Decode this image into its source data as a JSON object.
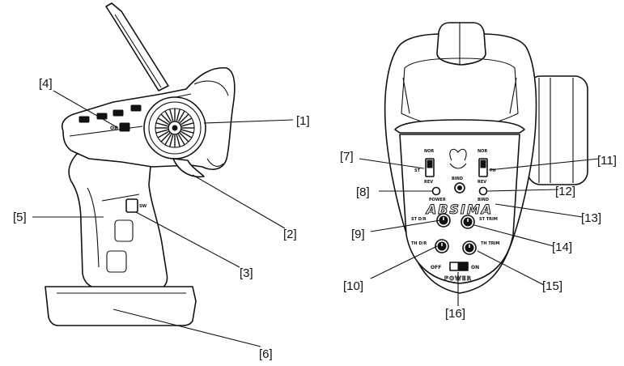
{
  "side_view": {
    "callouts": {
      "c1": "[1]",
      "c2": "[2]",
      "c3": "[3]",
      "c4": "[4]",
      "c5": "[5]",
      "c6": "[6]"
    },
    "labels": {
      "switch_text": "OR",
      "bind_text": "SW"
    }
  },
  "front_view": {
    "callouts": {
      "c7": "[7]",
      "c8": "[8]",
      "c9": "[9]",
      "c10": "[10]",
      "c11": "[11]",
      "c12": "[12]",
      "c13": "[13]",
      "c14": "[14]",
      "c15": "[15]",
      "c16": "[16]"
    },
    "panel_labels": {
      "left_switch_top": "NOR",
      "left_switch_side": "ST",
      "left_switch_bottom": "REV",
      "right_switch_top": "NOR",
      "right_switch_side": "TH",
      "right_switch_bottom": "REV",
      "center_button": "BIND",
      "led_left": "POWER",
      "led_right": "BIND",
      "brand": "ABSIMA",
      "st_dr": "ST D/R",
      "st_trim": "ST TRIM",
      "th_dr": "TH D/R",
      "th_trim": "TH TRIM",
      "power_off": "OFF",
      "power_on": "ON",
      "power": "POWER"
    }
  }
}
